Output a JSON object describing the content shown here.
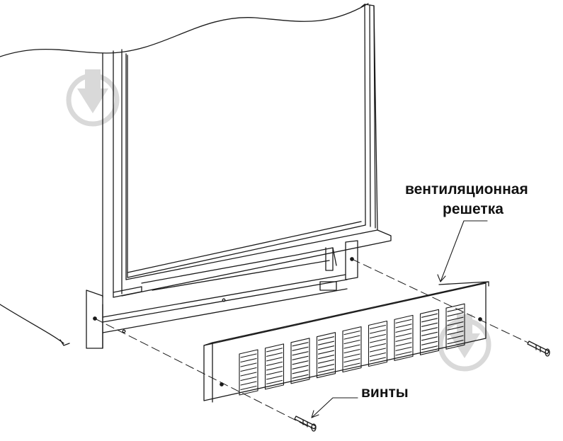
{
  "labels": {
    "vent_grille_line1": "вентиляционная",
    "vent_grille_line2": "решетка",
    "screws": "винты"
  },
  "colors": {
    "line": "#1a1a1a",
    "watermark": "#d9d9d9",
    "background": "#ffffff"
  },
  "icons": [
    "watermark-icon",
    "watermark-icon"
  ]
}
